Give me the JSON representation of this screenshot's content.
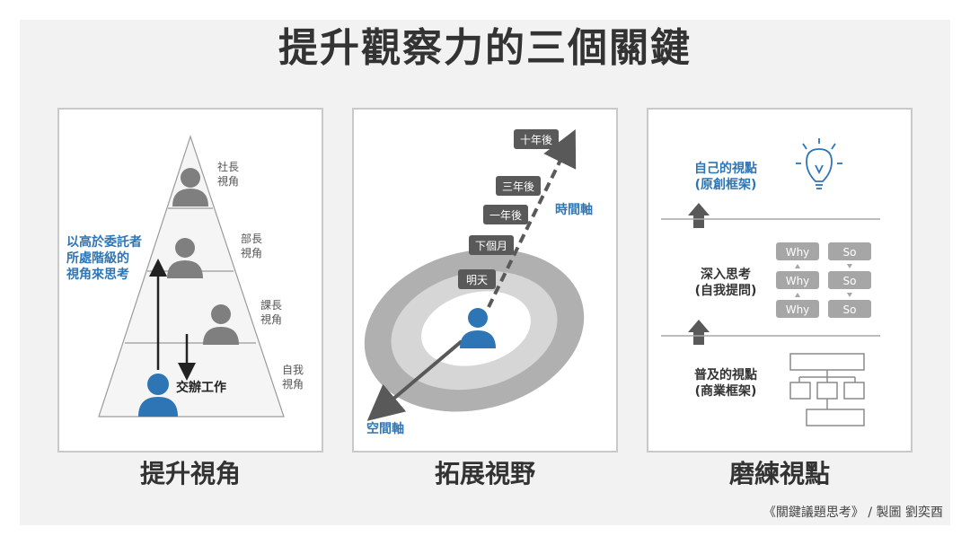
{
  "title": "提升觀察力的三個關鍵",
  "panels": [
    {
      "caption": "提升視角",
      "levels": [
        {
          "line1": "社長",
          "line2": "視角"
        },
        {
          "line1": "部長",
          "line2": "視角"
        },
        {
          "line1": "課長",
          "line2": "視角"
        },
        {
          "line1": "自我",
          "line2": "視角"
        }
      ],
      "left_note": [
        "以高於委託者",
        "所處階級的",
        "視角來思考"
      ],
      "task_label": "交辦工作"
    },
    {
      "caption": "拓展視野",
      "time_axis_label": "時間軸",
      "space_axis_label": "空間軸",
      "time_points": [
        "十年後",
        "三年後",
        "一年後",
        "下個月",
        "明天"
      ]
    },
    {
      "caption": "磨練視點",
      "own": {
        "line1": "自己的視點",
        "line2": "(原創框架)"
      },
      "deep": {
        "line1": "深入思考",
        "line2": "(自我提問)"
      },
      "common": {
        "line1": "普及的視點",
        "line2": "(商業框架)"
      },
      "why_label": "Why",
      "so_label": "So"
    }
  ],
  "footer": "《關鍵議題思考》 / 製圖 劉奕酉",
  "colors": {
    "accent_blue": "#2e75b6",
    "dark_text": "#333333",
    "gray_person": "#7f7f7f",
    "pill_dark": "#595959",
    "pill_light": "#a6a6a6"
  }
}
